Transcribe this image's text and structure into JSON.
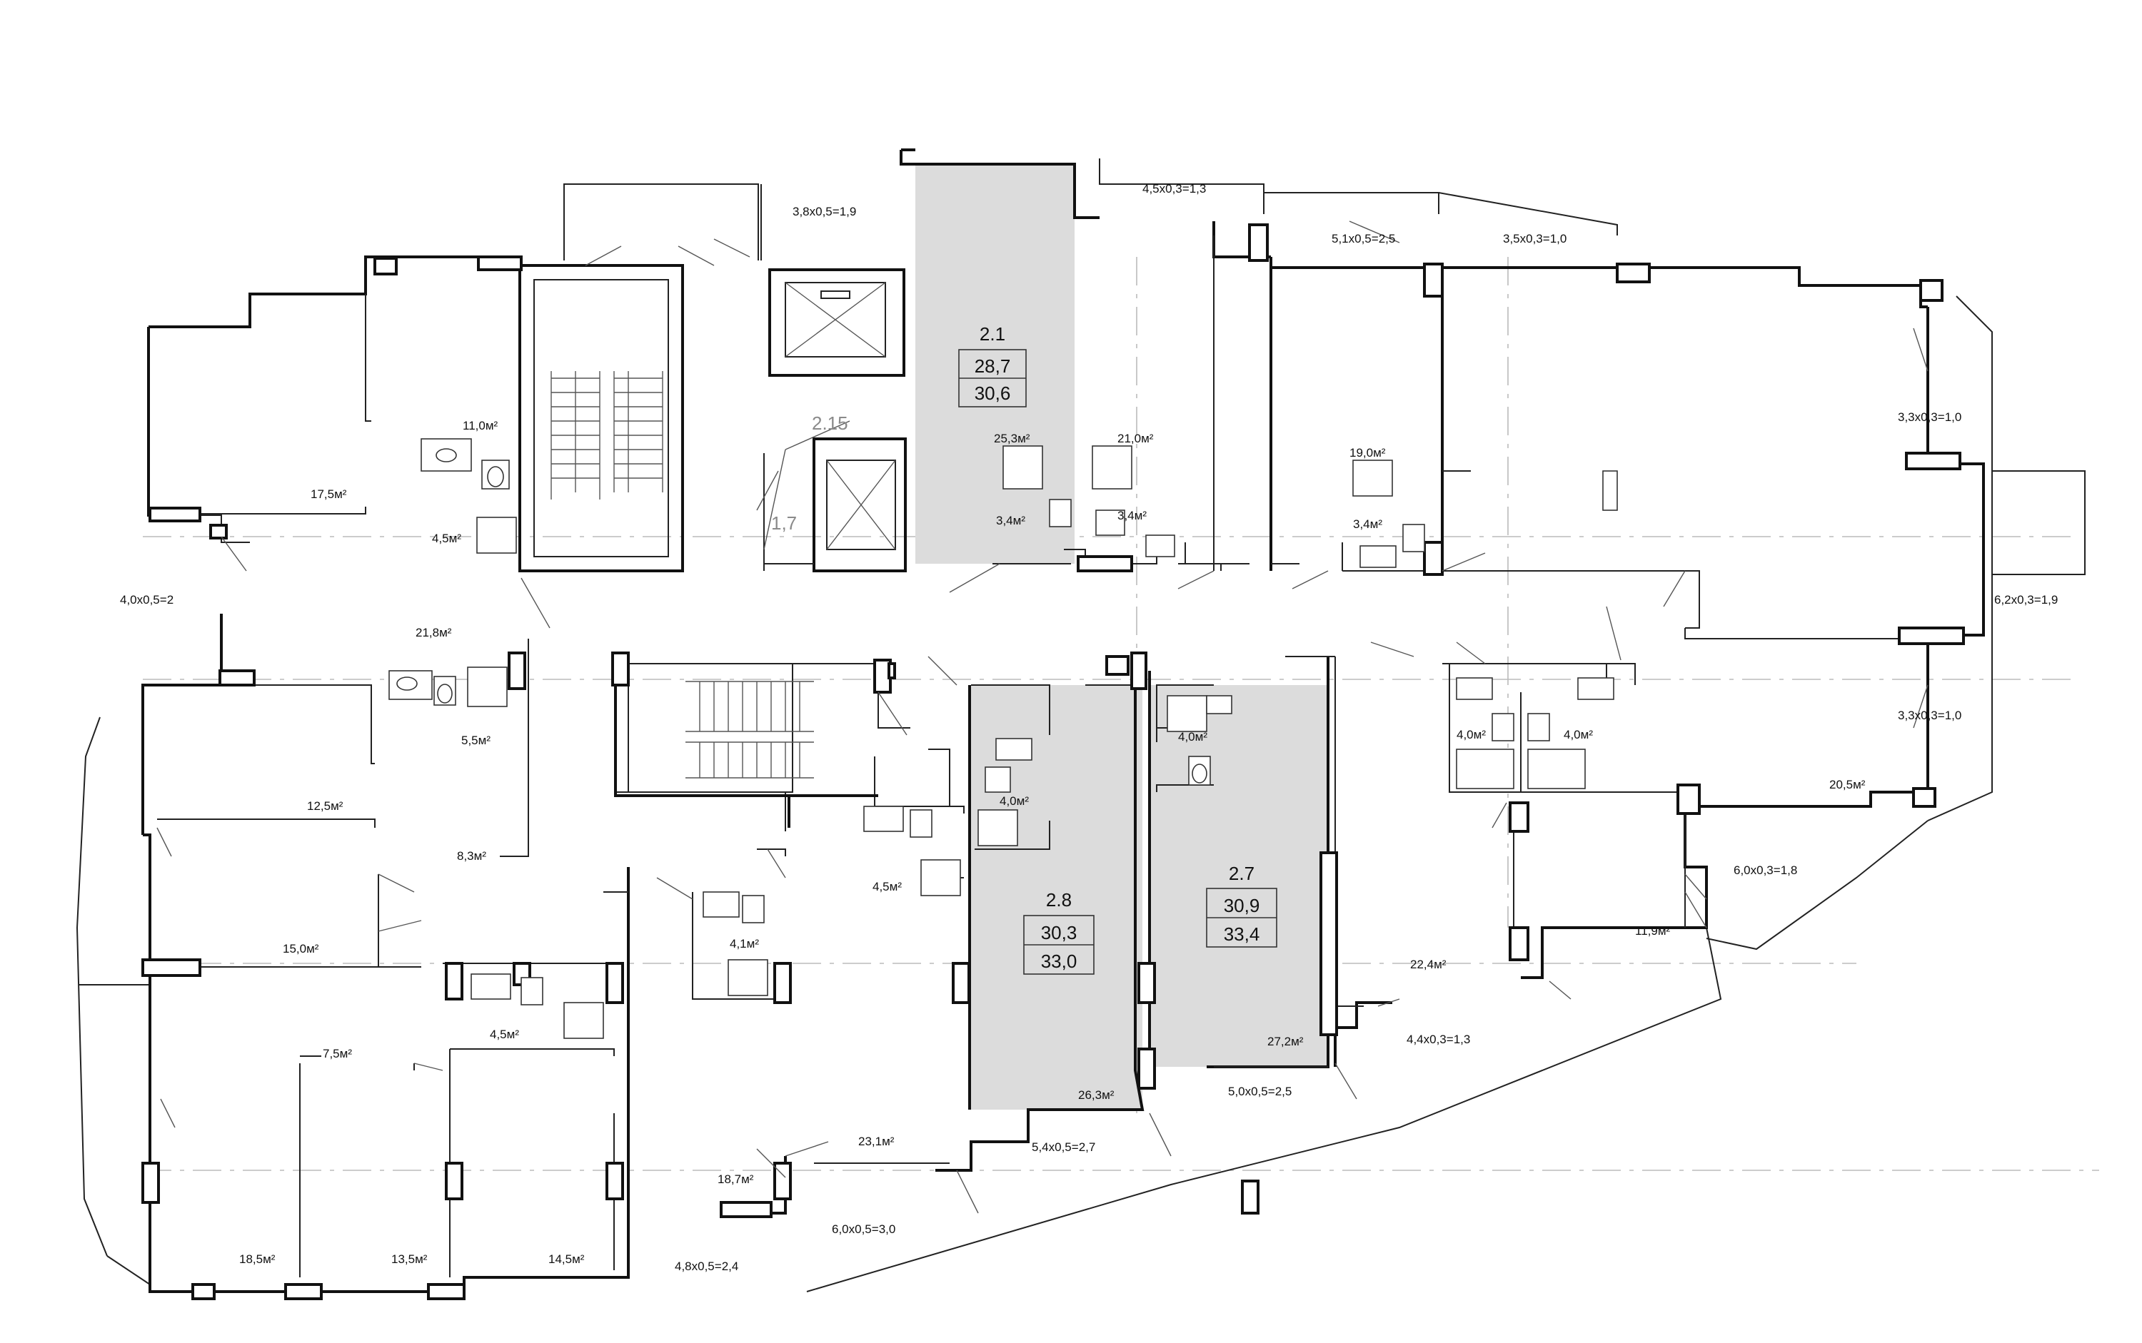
{
  "apartments": [
    {
      "id": "2.1",
      "area_living": "28,7",
      "area_total": "30,6"
    },
    {
      "id": "2.8",
      "area_living": "30,3",
      "area_total": "33,0"
    },
    {
      "id": "2.7",
      "area_living": "30,9",
      "area_total": "33,4"
    }
  ],
  "core": {
    "label_a": "2.15",
    "label_b": "1,7"
  },
  "room_areas": {
    "r01": "11,0м²",
    "r02": "17,5м²",
    "r03": "4,5м²",
    "r04": "21,8м²",
    "r05": "5,5м²",
    "r06": "12,5м²",
    "r07": "8,3м²",
    "r08": "15,0м²",
    "r09": "7,5м²",
    "r10": "4,5м²",
    "r11": "4,1м²",
    "r12": "4,5м²",
    "r13": "18,7м²",
    "r14": "18,5м²",
    "r15": "13,5м²",
    "r16": "14,5м²",
    "r17": "23,1м²",
    "r18": "25,3м²",
    "r19": "21,0м²",
    "r20": "3,4м²",
    "r21": "3,4м²",
    "r22": "4,0м²",
    "r23": "26,3м²",
    "r24": "4,0м²",
    "r25": "27,2м²",
    "r26": "19,0м²",
    "r27": "3,4м²",
    "r28": "4,0м²",
    "r29": "4,0м²",
    "r30": "20,5м²",
    "r31": "11,9м²",
    "r32": "22,4м²"
  },
  "balconies": {
    "b01": "3,8x0,5=1,9",
    "b02": "4,5x0,3=1,3",
    "b03": "5,1x0,5=2,5",
    "b04": "3,5x0,3=1,0",
    "b05": "3,3x0,3=1,0",
    "b06": "6,2x0,3=1,9",
    "b07": "3,3x0,3=1,0",
    "b08": "6,0x0,3=1,8",
    "b09": "4,4x0,3=1,3",
    "b10": "5,0x0,5=2,5",
    "b11": "5,4x0,5=2,7",
    "b12": "6,0x0,5=3,0",
    "b13": "4,8x0,5=2,4",
    "b14": "4,0x0,5=2"
  }
}
